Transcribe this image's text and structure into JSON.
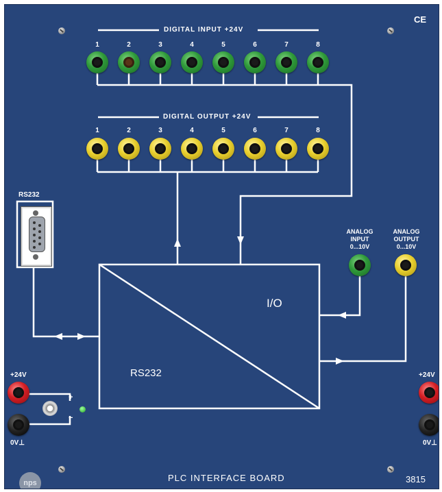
{
  "ce_mark": "CE",
  "digital_input": {
    "header": "DIGITAL INPUT +24V",
    "channels": [
      "1",
      "2",
      "3",
      "4",
      "5",
      "6",
      "7",
      "8"
    ]
  },
  "digital_output": {
    "header": "DIGITAL OUTPUT +24V",
    "channels": [
      "1",
      "2",
      "3",
      "4",
      "5",
      "6",
      "7",
      "8"
    ]
  },
  "rs232_port_label": "RS232",
  "analog_input": {
    "line1": "ANALOG",
    "line2": "INPUT",
    "line3": "0...10V"
  },
  "analog_output": {
    "line1": "ANALOG",
    "line2": "OUTPUT",
    "line3": "0...10V"
  },
  "converter_block": {
    "io_label": "I/O",
    "rs232_label": "RS232"
  },
  "power_left": {
    "plus_label": "+24V",
    "zero_label": "0V⊥",
    "plus_sign": "+",
    "minus_sign": "−"
  },
  "power_right": {
    "plus_label": "+24V",
    "zero_label": "0V⊥"
  },
  "board_title": "PLC INTERFACE BOARD",
  "board_number": "3815",
  "logo_text": "nps",
  "colors": {
    "panel": "#27457a",
    "jack_input": "#2f9a3a",
    "jack_output": "#e8cf2e",
    "jack_plus": "#d31e24",
    "jack_zero": "#222222",
    "wire": "#ffffff"
  }
}
